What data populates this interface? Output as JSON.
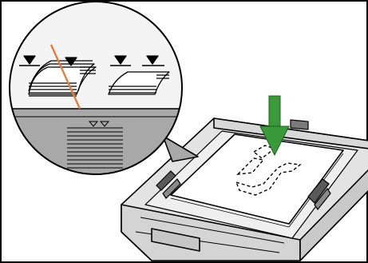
{
  "figure": {
    "description_icons": [
      "wrong-loading-stack",
      "correct-loading-stack",
      "limit-mark-triangle",
      "insert-arrow",
      "paper-tray",
      "orientation-mark"
    ],
    "colors": {
      "frame": "#000000",
      "paper": "#ffffff",
      "tray_shadow": "#cfcfcf",
      "magnifier_bottom": "#a8a8a8",
      "magnifier_top": "#f4f4f4",
      "prohibit_line": "#e08040",
      "insert_arrow": "#3a9a3a"
    }
  }
}
